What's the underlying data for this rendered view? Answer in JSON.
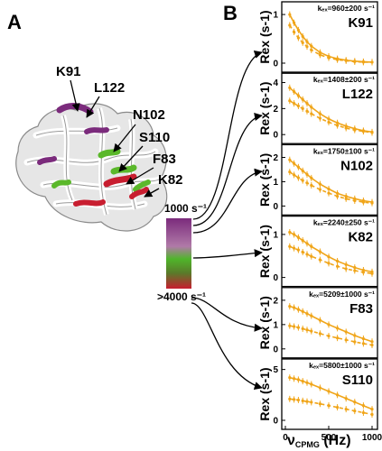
{
  "panel_a_label": "A",
  "panel_b_label": "B",
  "residue_labels": [
    "K91",
    "L122",
    "N102",
    "S110",
    "F83",
    "K82"
  ],
  "scale_top_label": "1000 s⁻¹",
  "scale_bottom_label": ">4000 s⁻¹",
  "x_axis_label_main": "ν",
  "x_axis_label_sub": "CPMG",
  "x_axis_label_unit": " (Hz)",
  "colors": {
    "orange": "#F0A519",
    "purple": "#7B2B7C",
    "green": "#5BB82B",
    "red": "#C81E30"
  },
  "chart_data": [
    {
      "type": "line",
      "residue": "K91",
      "kex_label": "kₑₓ=960±200 s⁻¹",
      "ylabel": "Rex (s-1)",
      "xlabel": "νCPMG (Hz)",
      "xlim": [
        0,
        1000
      ],
      "ylim": [
        0,
        1.15
      ],
      "y_ticks": [
        0,
        1
      ],
      "x_ticks": [
        0,
        500,
        1000
      ],
      "series": [
        {
          "style": "solid",
          "x": [
            50,
            100,
            150,
            200,
            250,
            300,
            400,
            500,
            600,
            700,
            800,
            900,
            1000
          ],
          "y": [
            1.0,
            0.83,
            0.68,
            0.55,
            0.44,
            0.35,
            0.22,
            0.14,
            0.09,
            0.06,
            0.04,
            0.03,
            0.02
          ]
        },
        {
          "style": "dashed",
          "x": [
            50,
            100,
            150,
            200,
            250,
            300,
            400,
            500,
            600,
            700,
            800,
            900,
            1000
          ],
          "y": [
            0.78,
            0.64,
            0.52,
            0.42,
            0.34,
            0.27,
            0.17,
            0.11,
            0.07,
            0.05,
            0.03,
            0.02,
            0.02
          ]
        }
      ]
    },
    {
      "type": "line",
      "residue": "L122",
      "kex_label": "kₑₓ=1408±200 s⁻¹",
      "ylabel": "Rex (s-1)",
      "xlabel": "νCPMG (Hz)",
      "xlim": [
        0,
        1000
      ],
      "ylim": [
        0,
        4.3
      ],
      "y_ticks": [
        0,
        2,
        4
      ],
      "x_ticks": [
        0,
        500,
        1000
      ],
      "series": [
        {
          "style": "solid",
          "x": [
            50,
            100,
            150,
            200,
            250,
            300,
            400,
            500,
            600,
            700,
            800,
            900,
            1000
          ],
          "y": [
            3.6,
            3.3,
            3.0,
            2.7,
            2.4,
            2.1,
            1.6,
            1.2,
            0.9,
            0.65,
            0.45,
            0.3,
            0.2
          ]
        },
        {
          "style": "dashed",
          "x": [
            50,
            100,
            150,
            200,
            250,
            300,
            400,
            500,
            600,
            700,
            800,
            900,
            1000
          ],
          "y": [
            2.6,
            2.4,
            2.2,
            2.0,
            1.8,
            1.6,
            1.25,
            0.95,
            0.7,
            0.5,
            0.35,
            0.25,
            0.15
          ]
        }
      ]
    },
    {
      "type": "line",
      "residue": "N102",
      "kex_label": "kₑₓ=1750±100 s⁻¹",
      "ylabel": "Rex (s-1)",
      "xlabel": "νCPMG (Hz)",
      "xlim": [
        0,
        1000
      ],
      "ylim": [
        0,
        2.3
      ],
      "y_ticks": [
        0,
        1,
        2
      ],
      "x_ticks": [
        0,
        500,
        1000
      ],
      "series": [
        {
          "style": "solid",
          "x": [
            50,
            100,
            150,
            200,
            250,
            300,
            400,
            500,
            600,
            700,
            800,
            900,
            1000
          ],
          "y": [
            1.9,
            1.75,
            1.6,
            1.45,
            1.3,
            1.15,
            0.9,
            0.7,
            0.52,
            0.4,
            0.3,
            0.22,
            0.16
          ]
        },
        {
          "style": "dashed",
          "x": [
            50,
            100,
            150,
            200,
            250,
            300,
            400,
            500,
            600,
            700,
            800,
            900,
            1000
          ],
          "y": [
            1.4,
            1.28,
            1.16,
            1.05,
            0.95,
            0.85,
            0.68,
            0.53,
            0.4,
            0.3,
            0.22,
            0.16,
            0.12
          ]
        }
      ]
    },
    {
      "type": "line",
      "residue": "K82",
      "kex_label": "kₑₓ=2240±250 s⁻¹",
      "ylabel": "Rex (s-1)",
      "xlabel": "νCPMG (Hz)",
      "xlim": [
        0,
        1000
      ],
      "ylim": [
        0,
        1.3
      ],
      "y_ticks": [
        0,
        1
      ],
      "x_ticks": [
        0,
        500,
        1000
      ],
      "series": [
        {
          "style": "solid",
          "x": [
            50,
            100,
            150,
            200,
            250,
            300,
            400,
            500,
            600,
            700,
            800,
            900,
            1000
          ],
          "y": [
            1.05,
            1.0,
            0.93,
            0.86,
            0.79,
            0.72,
            0.6,
            0.48,
            0.38,
            0.3,
            0.23,
            0.17,
            0.13
          ]
        },
        {
          "style": "dashed",
          "x": [
            50,
            100,
            150,
            200,
            250,
            300,
            400,
            500,
            600,
            700,
            800,
            900,
            1000
          ],
          "y": [
            0.72,
            0.68,
            0.64,
            0.59,
            0.54,
            0.49,
            0.41,
            0.33,
            0.26,
            0.2,
            0.16,
            0.12,
            0.09
          ]
        }
      ]
    },
    {
      "type": "line",
      "residue": "F83",
      "kex_label": "kₑₓ=5209±1000 s⁻¹",
      "ylabel": "Rex (s-1)",
      "xlabel": "νCPMG (Hz)",
      "xlim": [
        0,
        1000
      ],
      "ylim": [
        0,
        2.3
      ],
      "y_ticks": [
        0,
        1,
        2
      ],
      "x_ticks": [
        0,
        500,
        1000
      ],
      "series": [
        {
          "style": "solid",
          "x": [
            50,
            100,
            150,
            200,
            250,
            300,
            400,
            500,
            600,
            700,
            800,
            900,
            1000
          ],
          "y": [
            1.75,
            1.7,
            1.62,
            1.54,
            1.45,
            1.36,
            1.18,
            1.0,
            0.85,
            0.7,
            0.55,
            0.42,
            0.3
          ]
        },
        {
          "style": "dashed",
          "x": [
            50,
            100,
            150,
            200,
            250,
            300,
            400,
            500,
            600,
            700,
            800,
            900,
            1000
          ],
          "y": [
            0.95,
            0.92,
            0.88,
            0.83,
            0.78,
            0.73,
            0.63,
            0.53,
            0.45,
            0.37,
            0.29,
            0.22,
            0.16
          ]
        }
      ]
    },
    {
      "type": "line",
      "residue": "S110",
      "kex_label": "kₑₓ=5800±1000 s⁻¹",
      "ylabel": "Rex (s-1)",
      "xlabel": "νCPMG (Hz)",
      "xlim": [
        0,
        1000
      ],
      "ylim": [
        0,
        5.5
      ],
      "y_ticks": [
        0,
        5
      ],
      "x_ticks": [
        0,
        500,
        1000
      ],
      "series": [
        {
          "style": "solid",
          "x": [
            50,
            100,
            150,
            200,
            250,
            300,
            400,
            500,
            600,
            700,
            800,
            900,
            1000
          ],
          "y": [
            4.2,
            4.1,
            4.0,
            3.85,
            3.7,
            3.55,
            3.2,
            2.85,
            2.5,
            2.15,
            1.8,
            1.45,
            1.1
          ]
        },
        {
          "style": "dashed",
          "x": [
            50,
            100,
            150,
            200,
            250,
            300,
            400,
            500,
            600,
            700,
            800,
            900,
            1000
          ],
          "y": [
            2.1,
            2.05,
            2.0,
            1.92,
            1.85,
            1.78,
            1.62,
            1.45,
            1.28,
            1.1,
            0.92,
            0.75,
            0.58
          ]
        }
      ]
    }
  ]
}
